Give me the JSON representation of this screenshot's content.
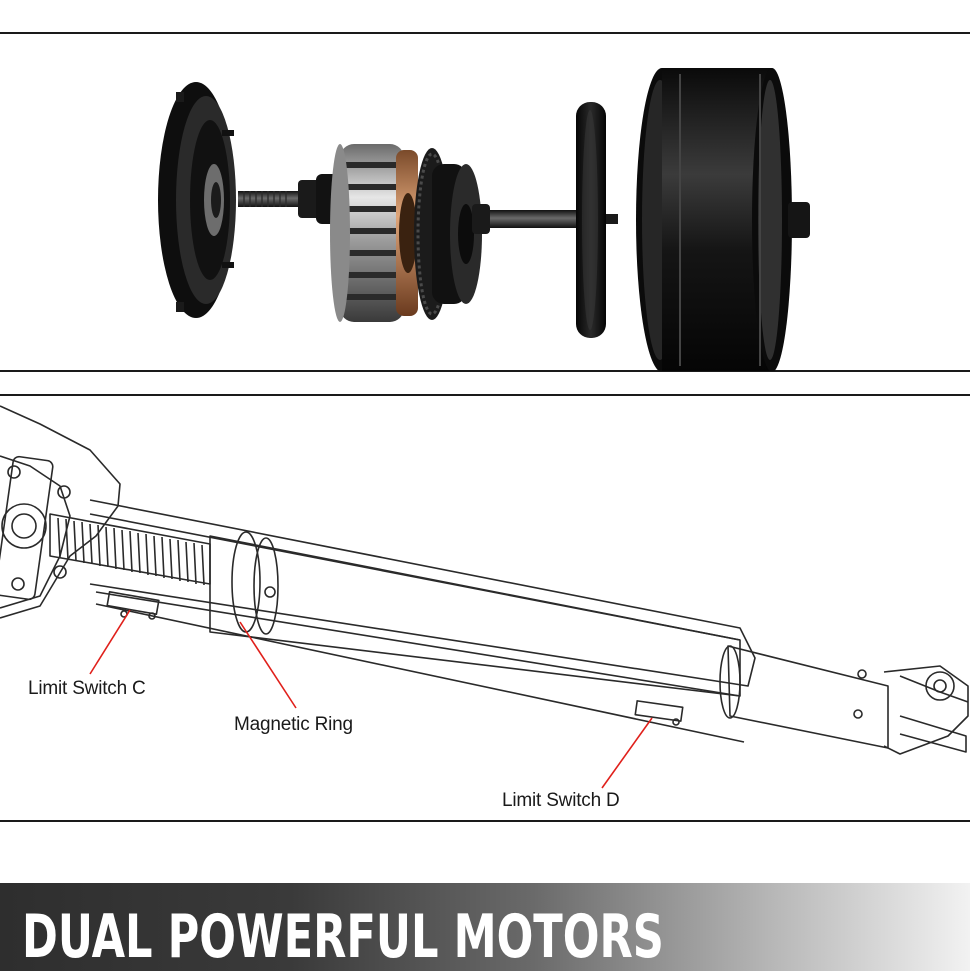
{
  "diagram": {
    "callouts": {
      "limit_switch_c": "Limit Switch C",
      "magnetic_ring": "Magnetic Ring",
      "limit_switch_d": "Limit Switch D"
    },
    "annotation_color": "#e0201b"
  },
  "banner": {
    "title": "DUAL POWERFUL MOTORS"
  },
  "colors": {
    "banner_dark": "#2e2e2e",
    "banner_light": "#f2f2f2",
    "part_black": "#111111",
    "copper": "#b87a4b"
  }
}
